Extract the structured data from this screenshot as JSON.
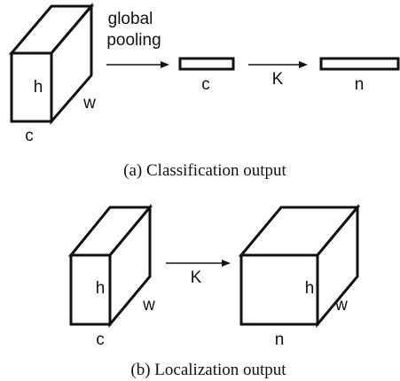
{
  "classification": {
    "tensor_labels": {
      "height": "h",
      "width": "w",
      "channels": "c"
    },
    "pool_label_line1": "global",
    "pool_label_line2": "pooling",
    "vector1_label": "c",
    "transform_label": "K",
    "vector2_label": "n",
    "caption": "(a) Classification output"
  },
  "localization": {
    "input_labels": {
      "height": "h",
      "width": "w",
      "channels": "c"
    },
    "transform_label": "K",
    "output_labels": {
      "height": "h",
      "width": "w",
      "channels": "n"
    },
    "caption": "(b) Localization output"
  }
}
